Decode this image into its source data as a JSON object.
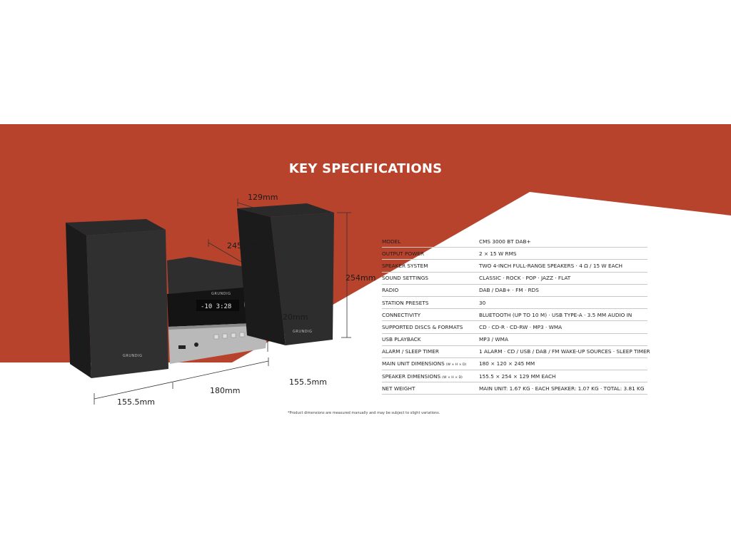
{
  "page": {
    "title": "KEY SPECIFICATIONS",
    "footnote": "*Product dimensions are measured manually and may be subject to slight variations."
  },
  "colors": {
    "band": "#b8432d",
    "background": "#ffffff",
    "text": "#1e1e1e",
    "divider": "#c9c9c9"
  },
  "specs": [
    {
      "label": "MODEL",
      "sub": "",
      "value": "CMS 3000 BT DAB+"
    },
    {
      "label": "OUTPUT POWER",
      "sub": "",
      "value": "2 × 15 W RMS"
    },
    {
      "label": "SPEAKER SYSTEM",
      "sub": "",
      "value": "TWO 4-INCH FULL-RANGE SPEAKERS · 4 Ω / 15 W EACH"
    },
    {
      "label": "SOUND SETTINGS",
      "sub": "",
      "value": "CLASSIC · ROCK · POP · JAZZ · FLAT"
    },
    {
      "label": "RADIO",
      "sub": "",
      "value": "DAB / DAB+ · FM · RDS"
    },
    {
      "label": "STATION PRESETS",
      "sub": "",
      "value": "30"
    },
    {
      "label": "CONNECTIVITY",
      "sub": "",
      "value": "BLUETOOTH (UP TO 10 M) · USB TYPE-A · 3.5 MM AUDIO IN"
    },
    {
      "label": "SUPPORTED DISCS & FORMATS",
      "sub": "",
      "value": "CD · CD-R · CD-RW · MP3 · WMA"
    },
    {
      "label": "USB PLAYBACK",
      "sub": "",
      "value": "MP3 / WMA"
    },
    {
      "label": "ALARM / SLEEP TIMER",
      "sub": "",
      "value": "1 ALARM · CD / USB / DAB / FM WAKE-UP SOURCES · SLEEP TIMER"
    },
    {
      "label": "MAIN UNIT DIMENSIONS",
      "sub": "(W × H × D)",
      "value": "180 × 120 × 245 MM"
    },
    {
      "label": "SPEAKER DIMENSIONS",
      "sub": "(W × H × D)",
      "value": "155.5 × 254 × 129 MM EACH"
    },
    {
      "label": "NET WEIGHT",
      "sub": "",
      "value": "MAIN UNIT: 1.67 KG · EACH SPEAKER: 1.07 KG · TOTAL: 3.81 KG"
    }
  ],
  "dimensions": {
    "speaker_depth": "129mm",
    "unit_depth": "245mm",
    "speaker_height": "254mm",
    "unit_height": "120mm",
    "speaker_width_left": "155.5mm",
    "unit_width": "180mm",
    "speaker_width_right": "155.5mm"
  },
  "product": {
    "brand": "GRUNDIG",
    "display": "-10  3:28",
    "speaker_brand_left": "GRUNDIG",
    "speaker_brand_right": "GRUNDIG"
  }
}
